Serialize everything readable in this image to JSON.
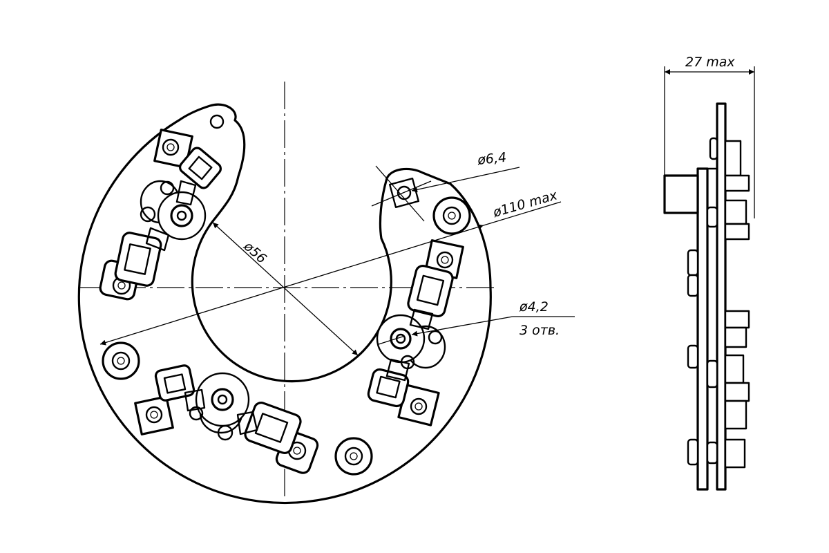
{
  "drawing": {
    "labels": {
      "bore_diameter": "ø56",
      "hole_large": "ø6,4",
      "outer_diameter": "ø110 max",
      "hole_small": "ø4,2",
      "hole_count": "3 отв.",
      "thickness": "27 max"
    },
    "color": "#000000",
    "background": "#ffffff"
  }
}
